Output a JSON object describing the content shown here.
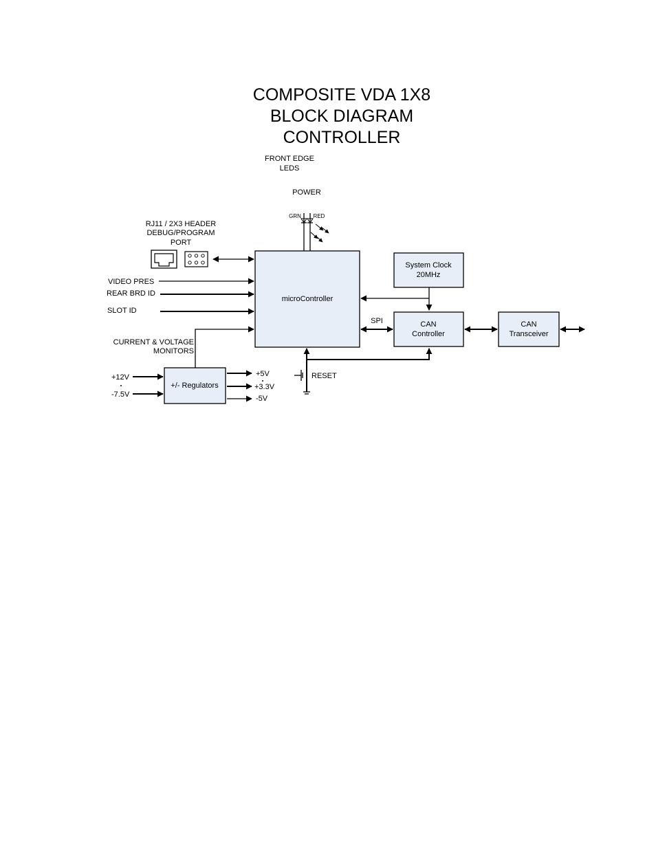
{
  "title": {
    "line1": "COMPOSITE VDA 1X8",
    "line2": "BLOCK DIAGRAM",
    "line3": "CONTROLLER"
  },
  "leds": {
    "label_line1": "FRONT EDGE",
    "label_line2": "LEDS",
    "power": "POWER",
    "green": "GRN",
    "red": "RED"
  },
  "port": {
    "line1": "RJ11 / 2X3 HEADER",
    "line2": "DEBUG/PROGRAM",
    "line3": "PORT"
  },
  "inputs": {
    "video_pres": "VIDEO PRES",
    "rear_brd_id": "REAR BRD ID",
    "slot_id": "SLOT ID",
    "monitors_line1": "CURRENT & VOLTAGE",
    "monitors_line2": "MONITORS"
  },
  "blocks": {
    "micro": "microController",
    "clock_line1": "System Clock",
    "clock_line2": "20MHz",
    "can_ctrl_line1": "CAN",
    "can_ctrl_line2": "Controller",
    "can_xcvr_line1": "CAN",
    "can_xcvr_line2": "Transceiver",
    "regulators": "+/- Regulators"
  },
  "signals": {
    "spi": "SPI",
    "reset": "RESET"
  },
  "power": {
    "in_12v": "+12V",
    "in_75v": "-7.5V",
    "out_5v": "+5V",
    "out_33v": "+3.3V",
    "out_neg5v": "-5V"
  }
}
